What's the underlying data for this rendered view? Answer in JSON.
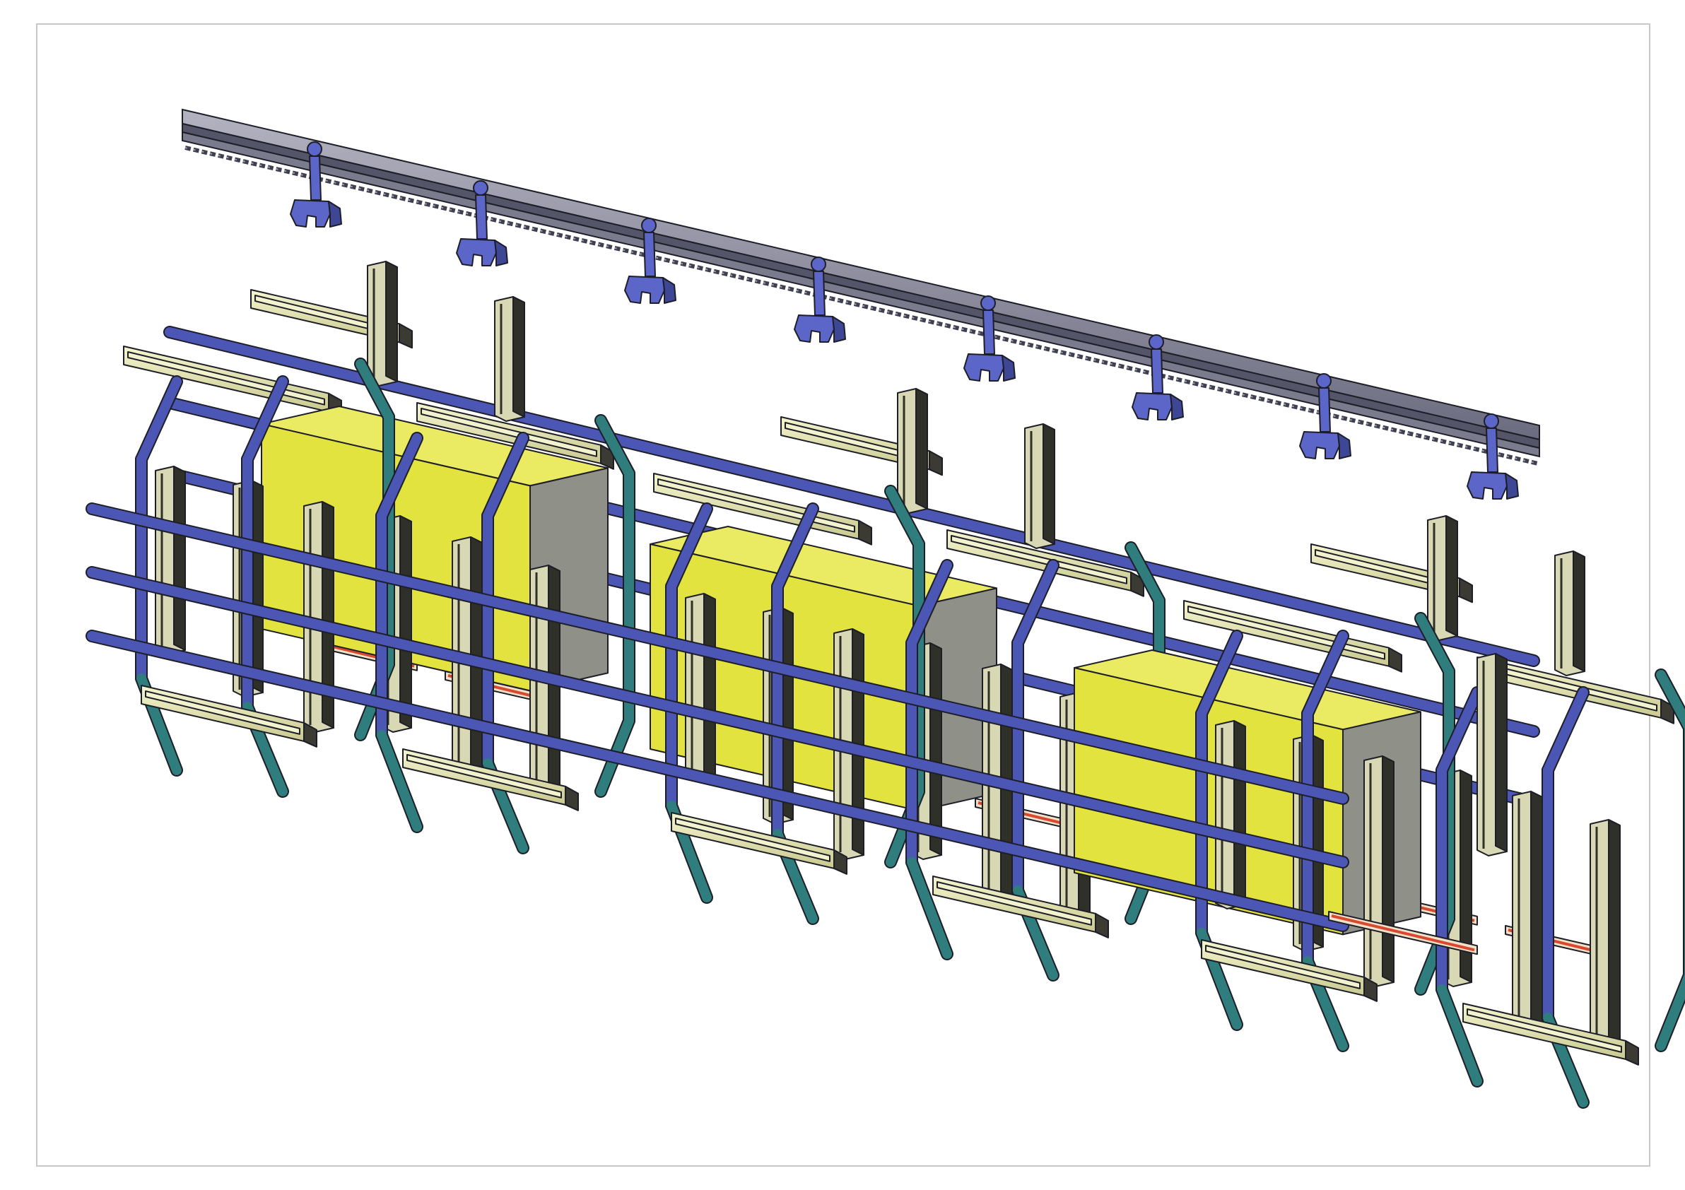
{
  "drawing": {
    "kind": "isometric CAD assembly view",
    "texts": [],
    "colors": {
      "paper": "#ffffff",
      "border": "#c8c8c8",
      "rail": "#8e8e9c",
      "rail_dark": "#55556a",
      "chain": "#3f3f4f",
      "hook": "#5b66c8",
      "frame_blue": "#4c57b5",
      "frame_teal": "#2f7d7d",
      "box_yellow": "#e2e33f",
      "box_gray": "#8f9088",
      "lamp_cream": "#e7e7b8",
      "lamp_dark": "#3b3b33",
      "heater_red": "#d9482f",
      "post_cream": "#d8d8b4",
      "post_dark": "#2f3028",
      "outline": "#1e1e28"
    },
    "components": {
      "overhead_rail": 1,
      "chain": 1,
      "hanger_hooks": 8,
      "cage_modules": 3,
      "yellow_boxes": 3,
      "lamp_bars": 16,
      "vertical_posts": 19,
      "red_heaters": 6
    }
  }
}
